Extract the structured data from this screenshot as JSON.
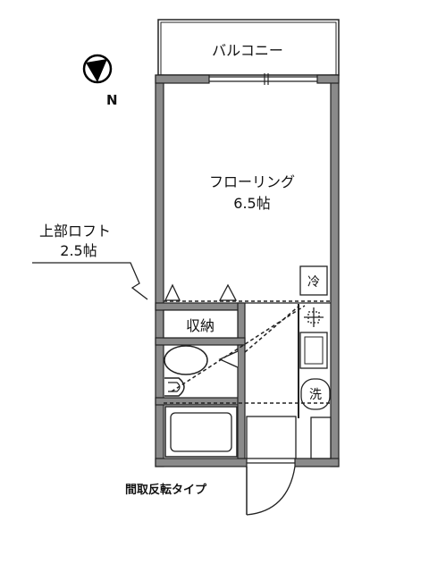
{
  "rooms": {
    "balcony": "バルコニー",
    "flooring": "フローリング",
    "flooring_size": "6.5帖",
    "storage": "収納"
  },
  "loft": {
    "label": "上部ロフト",
    "size": "2.5帖"
  },
  "fixtures": {
    "fridge": "冷",
    "washer": "洗"
  },
  "compass": {
    "north": "N"
  },
  "caption": "間取反転タイプ"
}
